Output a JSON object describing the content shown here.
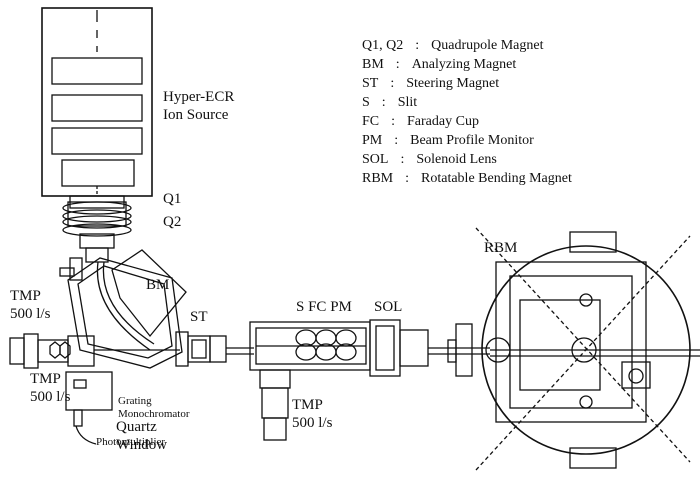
{
  "legend": [
    {
      "abbr": "Q1, Q2",
      "desc": "Quadrupole Magnet"
    },
    {
      "abbr": "BM",
      "desc": "Analyzing Magnet"
    },
    {
      "abbr": "ST",
      "desc": "Steering Magnet"
    },
    {
      "abbr": "S",
      "desc": "Slit"
    },
    {
      "abbr": "FC",
      "desc": "Faraday Cup"
    },
    {
      "abbr": "PM",
      "desc": "Beam Profile Monitor"
    },
    {
      "abbr": "SOL",
      "desc": "Solenoid Lens"
    },
    {
      "abbr": "RBM",
      "desc": "Rotatable Bending Magnet"
    }
  ],
  "legend_separator": ":",
  "labels": {
    "source_line1": "Hyper-ECR",
    "source_line2": "Ion Source",
    "q1": "Q1",
    "q2": "Q2",
    "bm": "BM",
    "st": "ST",
    "rbm": "RBM",
    "s_fc_pm": "S FC PM",
    "sol": "SOL",
    "tmp_left": "TMP",
    "tmp_left_speed": "500 l/s",
    "tmp_lower": "TMP",
    "tmp_lower_speed": "500 l/s",
    "tmp_mid": "TMP",
    "tmp_mid_speed": "500 l/s",
    "grating_line1": "Grating",
    "grating_line2": "Monochromator",
    "quartz_line1": "Quartz",
    "quartz_line2": "Window",
    "photomultiplier": "Photomultiplier"
  }
}
